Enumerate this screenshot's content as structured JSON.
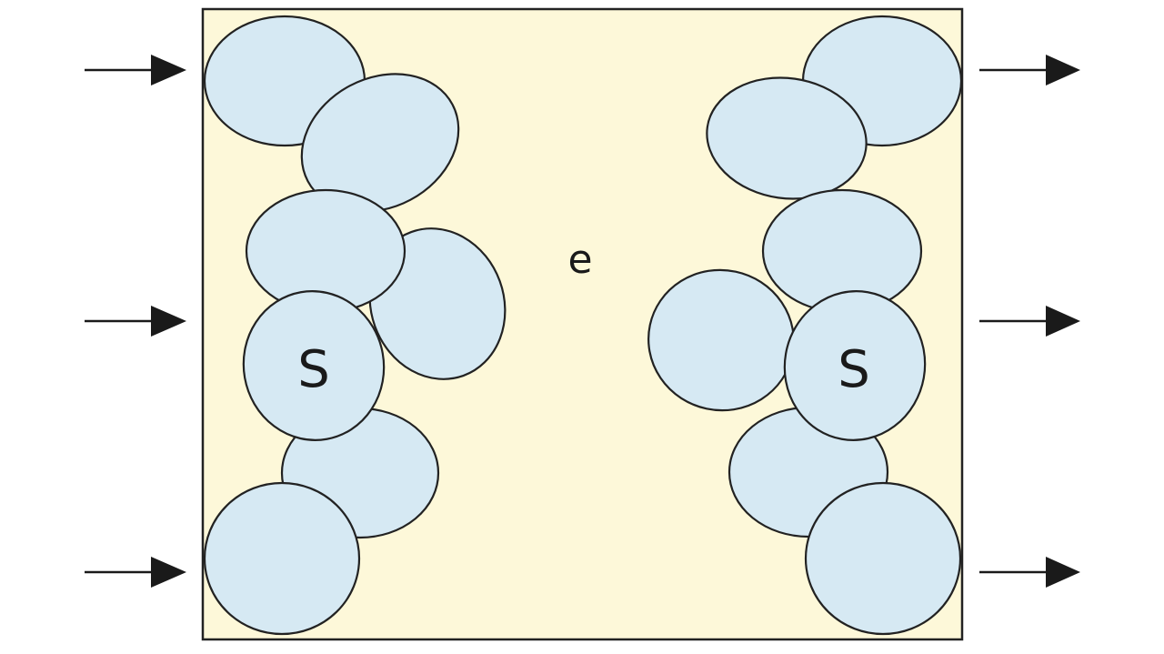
{
  "diagram": {
    "center_label": "e",
    "left_grain_label": "S",
    "right_grain_label": "S"
  },
  "colors": {
    "background_box": "#fdf8d9",
    "grain_fill": "#d6e9f3",
    "outline": "#222222",
    "arrow": "#1a1a1a"
  }
}
